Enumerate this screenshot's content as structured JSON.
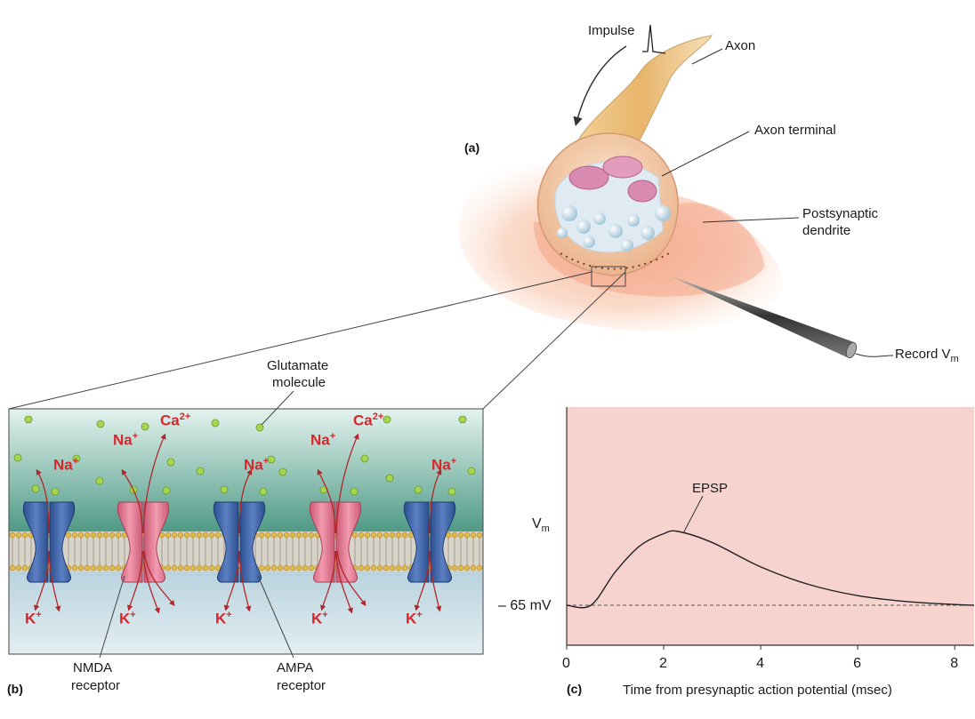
{
  "panel_a": {
    "label": "(a)",
    "impulse": "Impulse",
    "axon": "Axon",
    "axon_terminal": "Axon terminal",
    "postsynaptic_1": "Postsynaptic",
    "postsynaptic_2": "dendrite",
    "record_prefix": "Record V",
    "record_sub": "m"
  },
  "panel_b": {
    "label": "(b)",
    "glutamate_1": "Glutamate",
    "glutamate_2": "molecule",
    "nmda_1": "NMDA",
    "nmda_2": "receptor",
    "ampa_1": "AMPA",
    "ampa_2": "receptor",
    "ions": {
      "na": "Na",
      "na_charge": "+",
      "ca": "Ca",
      "ca_charge": "2+",
      "k": "K",
      "k_charge": "+"
    }
  },
  "panel_c": {
    "label": "(c)",
    "ylabel_prefix": "V",
    "ylabel_sub": "m",
    "baseline_label": "– 65 mV",
    "annotation": "EPSP",
    "xlabel": "Time from presynaptic action potential (msec)"
  },
  "colors": {
    "chart_bg": "#f6d3cf",
    "ion_red": "#d8262a",
    "ampa_blue": "#3f64a8",
    "nmda_pink": "#e47c93",
    "extracellular": "#d6ece6",
    "intracellular": "#cde2ea"
  },
  "chart_data": {
    "type": "line",
    "x": [
      0,
      0.5,
      1,
      1.5,
      2,
      2.3,
      3,
      4,
      5,
      6,
      7,
      8,
      8.4
    ],
    "values": [
      0,
      0,
      0.45,
      0.8,
      0.97,
      1.0,
      0.85,
      0.52,
      0.28,
      0.13,
      0.05,
      0.01,
      0
    ],
    "xlabel": "Time from presynaptic action potential (msec)",
    "ylabel": "Vm",
    "xticks": [
      "0",
      "2",
      "4",
      "6",
      "8"
    ],
    "xlim": [
      0,
      8.4
    ],
    "baseline": "– 65 mV",
    "annotation": "EPSP",
    "grid": false
  }
}
